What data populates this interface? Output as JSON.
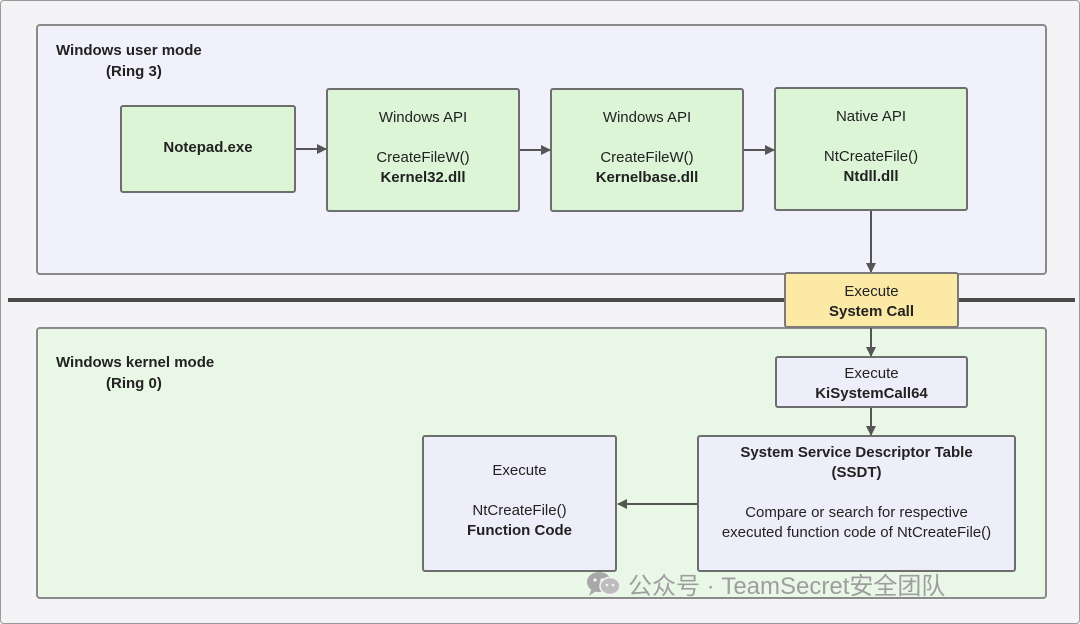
{
  "user_mode": {
    "title": "Windows user mode",
    "ring": "(Ring 3)"
  },
  "kernel_mode": {
    "title": "Windows kernel mode",
    "ring": "(Ring 0)"
  },
  "boxes": {
    "notepad": {
      "label": "Notepad.exe"
    },
    "kernel32": {
      "line1": "Windows API",
      "line2": "CreateFileW()",
      "line3": "Kernel32.dll"
    },
    "kernelbase": {
      "line1": "Windows API",
      "line2": "CreateFileW()",
      "line3": "Kernelbase.dll"
    },
    "ntdll": {
      "line1": "Native API",
      "line2": "NtCreateFile()",
      "line3": "Ntdll.dll"
    },
    "syscall": {
      "line1": "Execute",
      "line2": "System Call"
    },
    "kisyscall": {
      "line1": "Execute",
      "line2": "KiSystemCall64"
    },
    "ssdt": {
      "title1": "System Service Descriptor Table",
      "title2": "(SSDT)",
      "desc1": "Compare or search for respective",
      "desc2": "executed function code of NtCreateFile()"
    },
    "funccode": {
      "line1": "Execute",
      "line2": "NtCreateFile()",
      "line3": "Function Code"
    }
  },
  "watermark": {
    "text": "公众号 · TeamSecret安全团队",
    "icon": "wechat-icon"
  },
  "colors": {
    "user_bg": "#f1f1fb",
    "kernel_bg": "#e9f8e6",
    "green_box": "#dcf5d6",
    "violet_box": "#eeeefa",
    "yellow_box": "#fde9a6"
  }
}
